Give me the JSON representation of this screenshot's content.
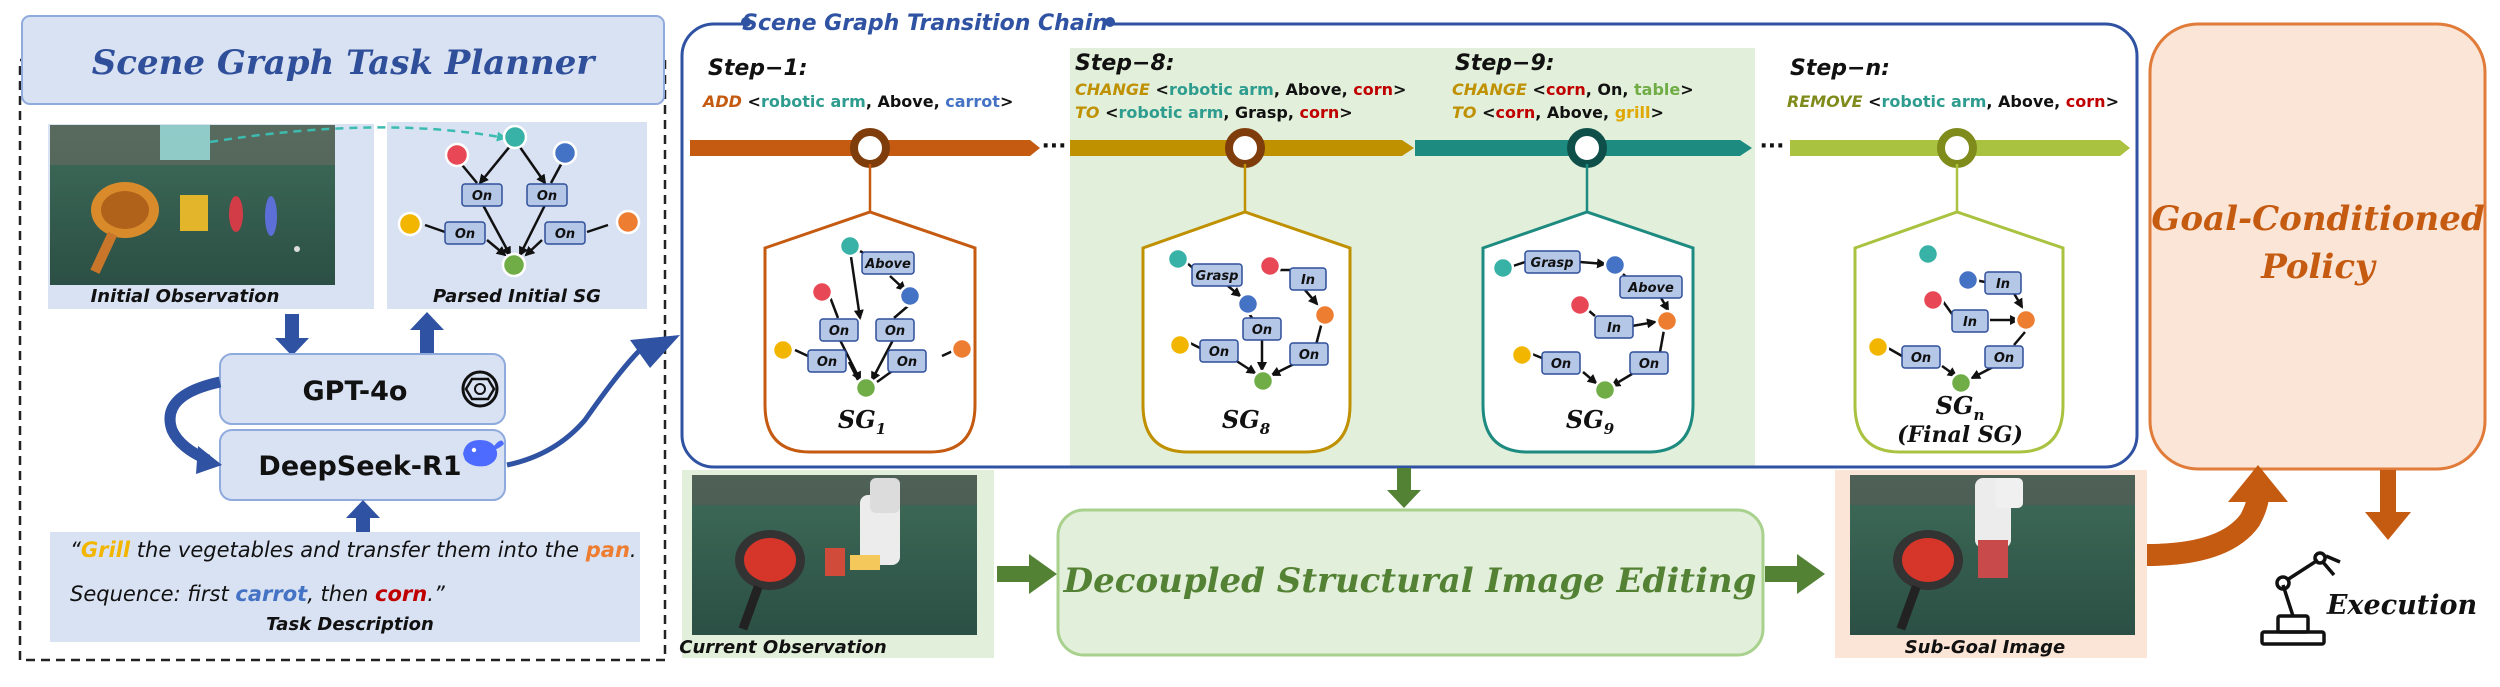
{
  "planner": {
    "title": "Scene Graph Task Planner",
    "initial_observation": "Initial Observation",
    "parsed_initial_sg": "Parsed Initial SG",
    "gpt_label": "GPT-4o",
    "deepseek_label": "DeepSeek-R1",
    "task_line1_quote_open": "“",
    "task_line1_grill": "Grill",
    "task_line1_mid": " the vegetables and transfer them into the ",
    "task_line1_pan": "pan",
    "task_line1_end": ".",
    "task_line2_pre": "Sequence: first ",
    "task_line2_carrot": "carrot",
    "task_line2_mid": ", then ",
    "task_line2_corn": "corn",
    "task_line2_end": ".”",
    "task_description": "Task Description"
  },
  "chain": {
    "title": "Scene Graph Transition Chain",
    "steps": [
      {
        "heading": "Step−1:",
        "line1_op": "ADD",
        "line1_open": " <",
        "line1_a": "robotic arm",
        "line1_sep1": ", ",
        "line1_rel": "Above",
        "line1_sep2": ", ",
        "line1_b": "carrot",
        "line1_close": ">",
        "graph_label": "SG",
        "graph_sub": "1"
      },
      {
        "heading": "Step−8:",
        "line1_op": "CHANGE",
        "line1_open": " <",
        "line1_a": "robotic arm",
        "line1_sep1": ", ",
        "line1_rel": "Above",
        "line1_sep2": ", ",
        "line1_b": "corn",
        "line1_close": ">",
        "line2_op": "TO",
        "line2_open": " <",
        "line2_a": "robotic arm",
        "line2_sep1": ", ",
        "line2_rel": "Grasp",
        "line2_sep2": ", ",
        "line2_b": "corn",
        "line2_close": ">",
        "graph_label": "SG",
        "graph_sub": "8"
      },
      {
        "heading": "Step−9:",
        "line1_op": "CHANGE",
        "line1_open": " <",
        "line1_a": "corn",
        "line1_sep1": ", ",
        "line1_rel": "On",
        "line1_sep2": ", ",
        "line1_b": "table",
        "line1_close": ">",
        "line2_op": "TO",
        "line2_open": " <",
        "line2_a": "corn",
        "line2_sep1": ", ",
        "line2_rel": "Above",
        "line2_sep2": ", ",
        "line2_b": "grill",
        "line2_close": ">",
        "graph_label": "SG",
        "graph_sub": "9"
      },
      {
        "heading": "Step−n:",
        "line1_op": "REMOVE",
        "line1_open": " <",
        "line1_a": "robotic arm",
        "line1_sep1": ", ",
        "line1_rel": "Above",
        "line1_sep2": ", ",
        "line1_b": "corn",
        "line1_close": ">",
        "graph_label": "SG",
        "graph_sub": "n",
        "graph_note": "(Final SG)"
      }
    ],
    "ellipsis": "···"
  },
  "relations": {
    "on": "On",
    "above": "Above",
    "grasp": "Grasp",
    "in": "In"
  },
  "bottom": {
    "current_observation": "Current Observation",
    "editing": "Decoupled Structural Image Editing",
    "subgoal_image": "Sub-Goal Image"
  },
  "policy": {
    "line1": "Goal-Conditioned",
    "line2": "Policy",
    "execution": "Execution"
  },
  "colors": {
    "planner_blue": "#2f4f9a",
    "panel_fill": "#d9e2f3",
    "chain_border": "#2f52a3",
    "orange": "#c55a11",
    "olive": "#bf9000",
    "teal": "#1e8b80",
    "lime": "#a9c23f",
    "green_text": "#5a9a2e",
    "green_fill": "#e2efda",
    "node_red": "#e84855",
    "node_blue": "#4472c4",
    "node_teal": "#38b2a6",
    "node_green": "#70ad47",
    "node_yellow": "#f2b600",
    "node_orange": "#ed7d31",
    "rel_box": "#b4c7e7",
    "carrot_blue": "#4472c4",
    "corn_red": "#c00000",
    "grill_yellow": "#e0a800",
    "pan_orange": "#ed7d31",
    "robot_teal": "#2e9d8f",
    "table_green": "#70ad47"
  },
  "icons": [
    "openai-logo-icon",
    "deepseek-whale-icon",
    "robot-arm-icon"
  ]
}
